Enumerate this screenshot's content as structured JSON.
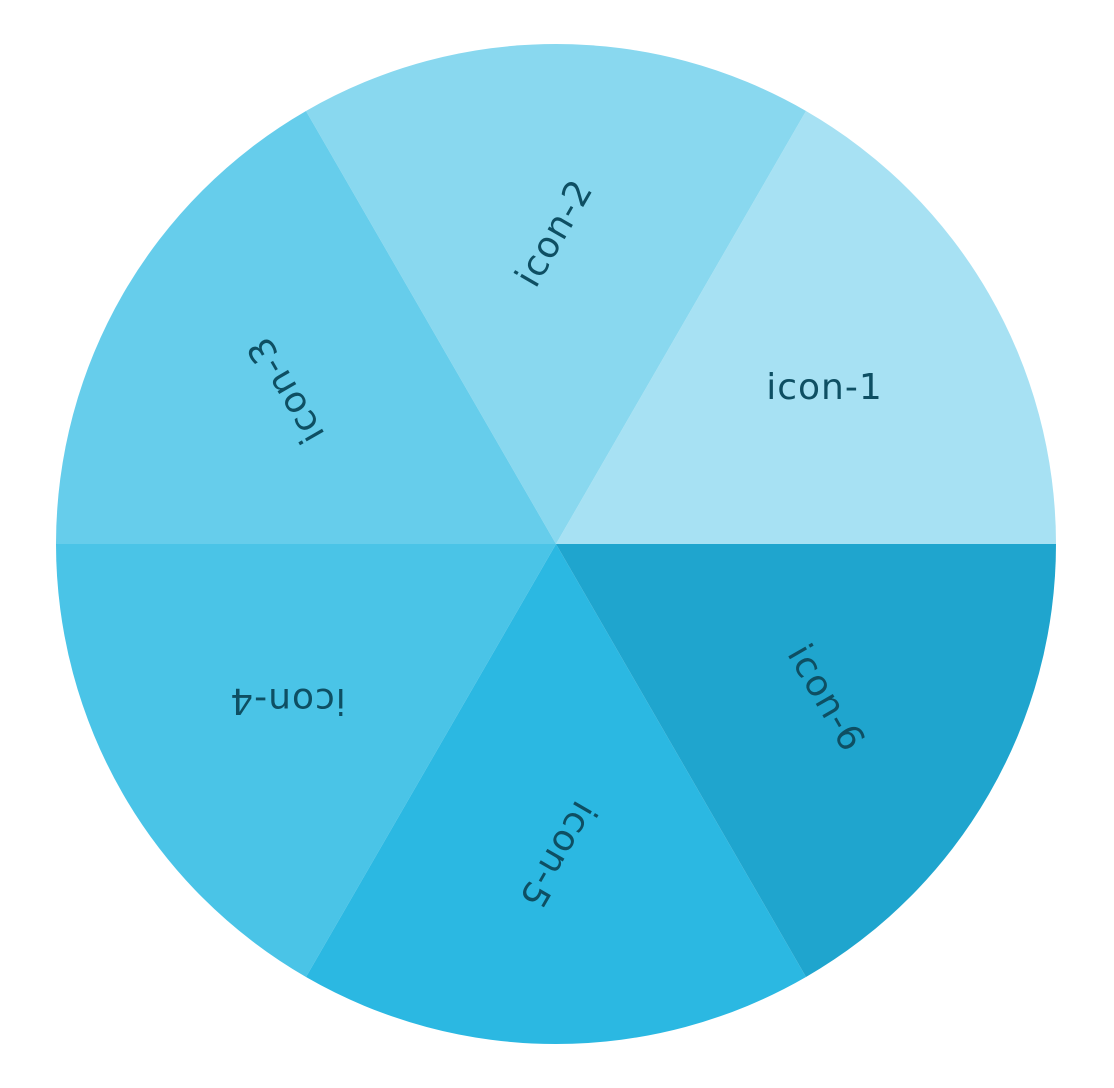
{
  "wheel": {
    "label_color": "#0e4f63",
    "segments": [
      {
        "id": "segment-1",
        "label": "icon-1",
        "icon": "icon-1",
        "color": "#a7e1f3"
      },
      {
        "id": "segment-2",
        "label": "icon-2",
        "icon": "icon-2",
        "color": "#89d8ef"
      },
      {
        "id": "segment-3",
        "label": "icon-3",
        "icon": "icon-3",
        "color": "#66cdeb"
      },
      {
        "id": "segment-4",
        "label": "icon-4",
        "icon": "icon-4",
        "color": "#4ac4e7"
      },
      {
        "id": "segment-5",
        "label": "icon-5",
        "icon": "icon-5",
        "color": "#2bb8e2"
      },
      {
        "id": "segment-6",
        "label": "icon-6",
        "icon": "icon-6",
        "color": "#1fa5ce"
      }
    ]
  }
}
